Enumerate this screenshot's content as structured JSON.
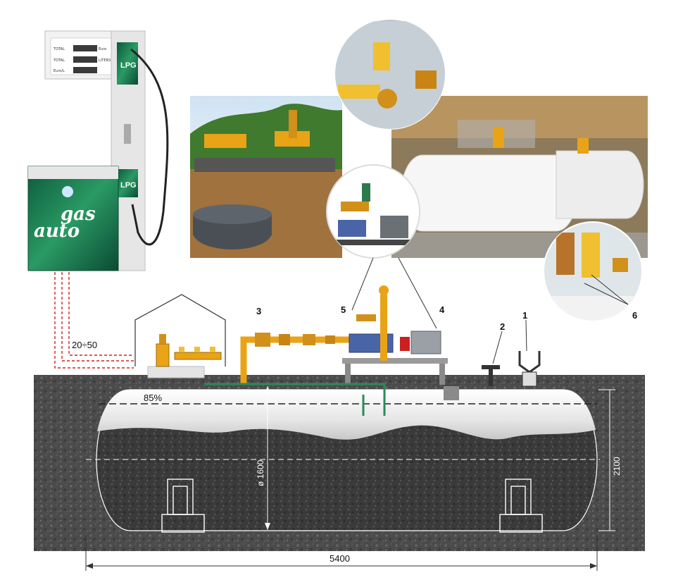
{
  "dispenser": {
    "row_labels": [
      "TOTAL",
      "TOTAL",
      "Euro/L"
    ],
    "row_units": [
      "Euro",
      "LITERS",
      ""
    ],
    "brand_top": "LPG",
    "brand_mid": "LPG",
    "logo_line1": "gas",
    "logo_line2": "auto"
  },
  "callouts": [
    "1",
    "2",
    "3",
    "4",
    "5",
    "6"
  ],
  "annotations": {
    "fill_level": "85%",
    "cable_range": "20÷50",
    "diameter": "ø 1600",
    "height": "2100",
    "length": "5400"
  },
  "colors": {
    "ground": "#4a4a4a",
    "tank": "#f2f2f2",
    "pipe": "#e8a317",
    "dashed_line": "#d02020",
    "dispenser_green": "#1e6e4a"
  }
}
